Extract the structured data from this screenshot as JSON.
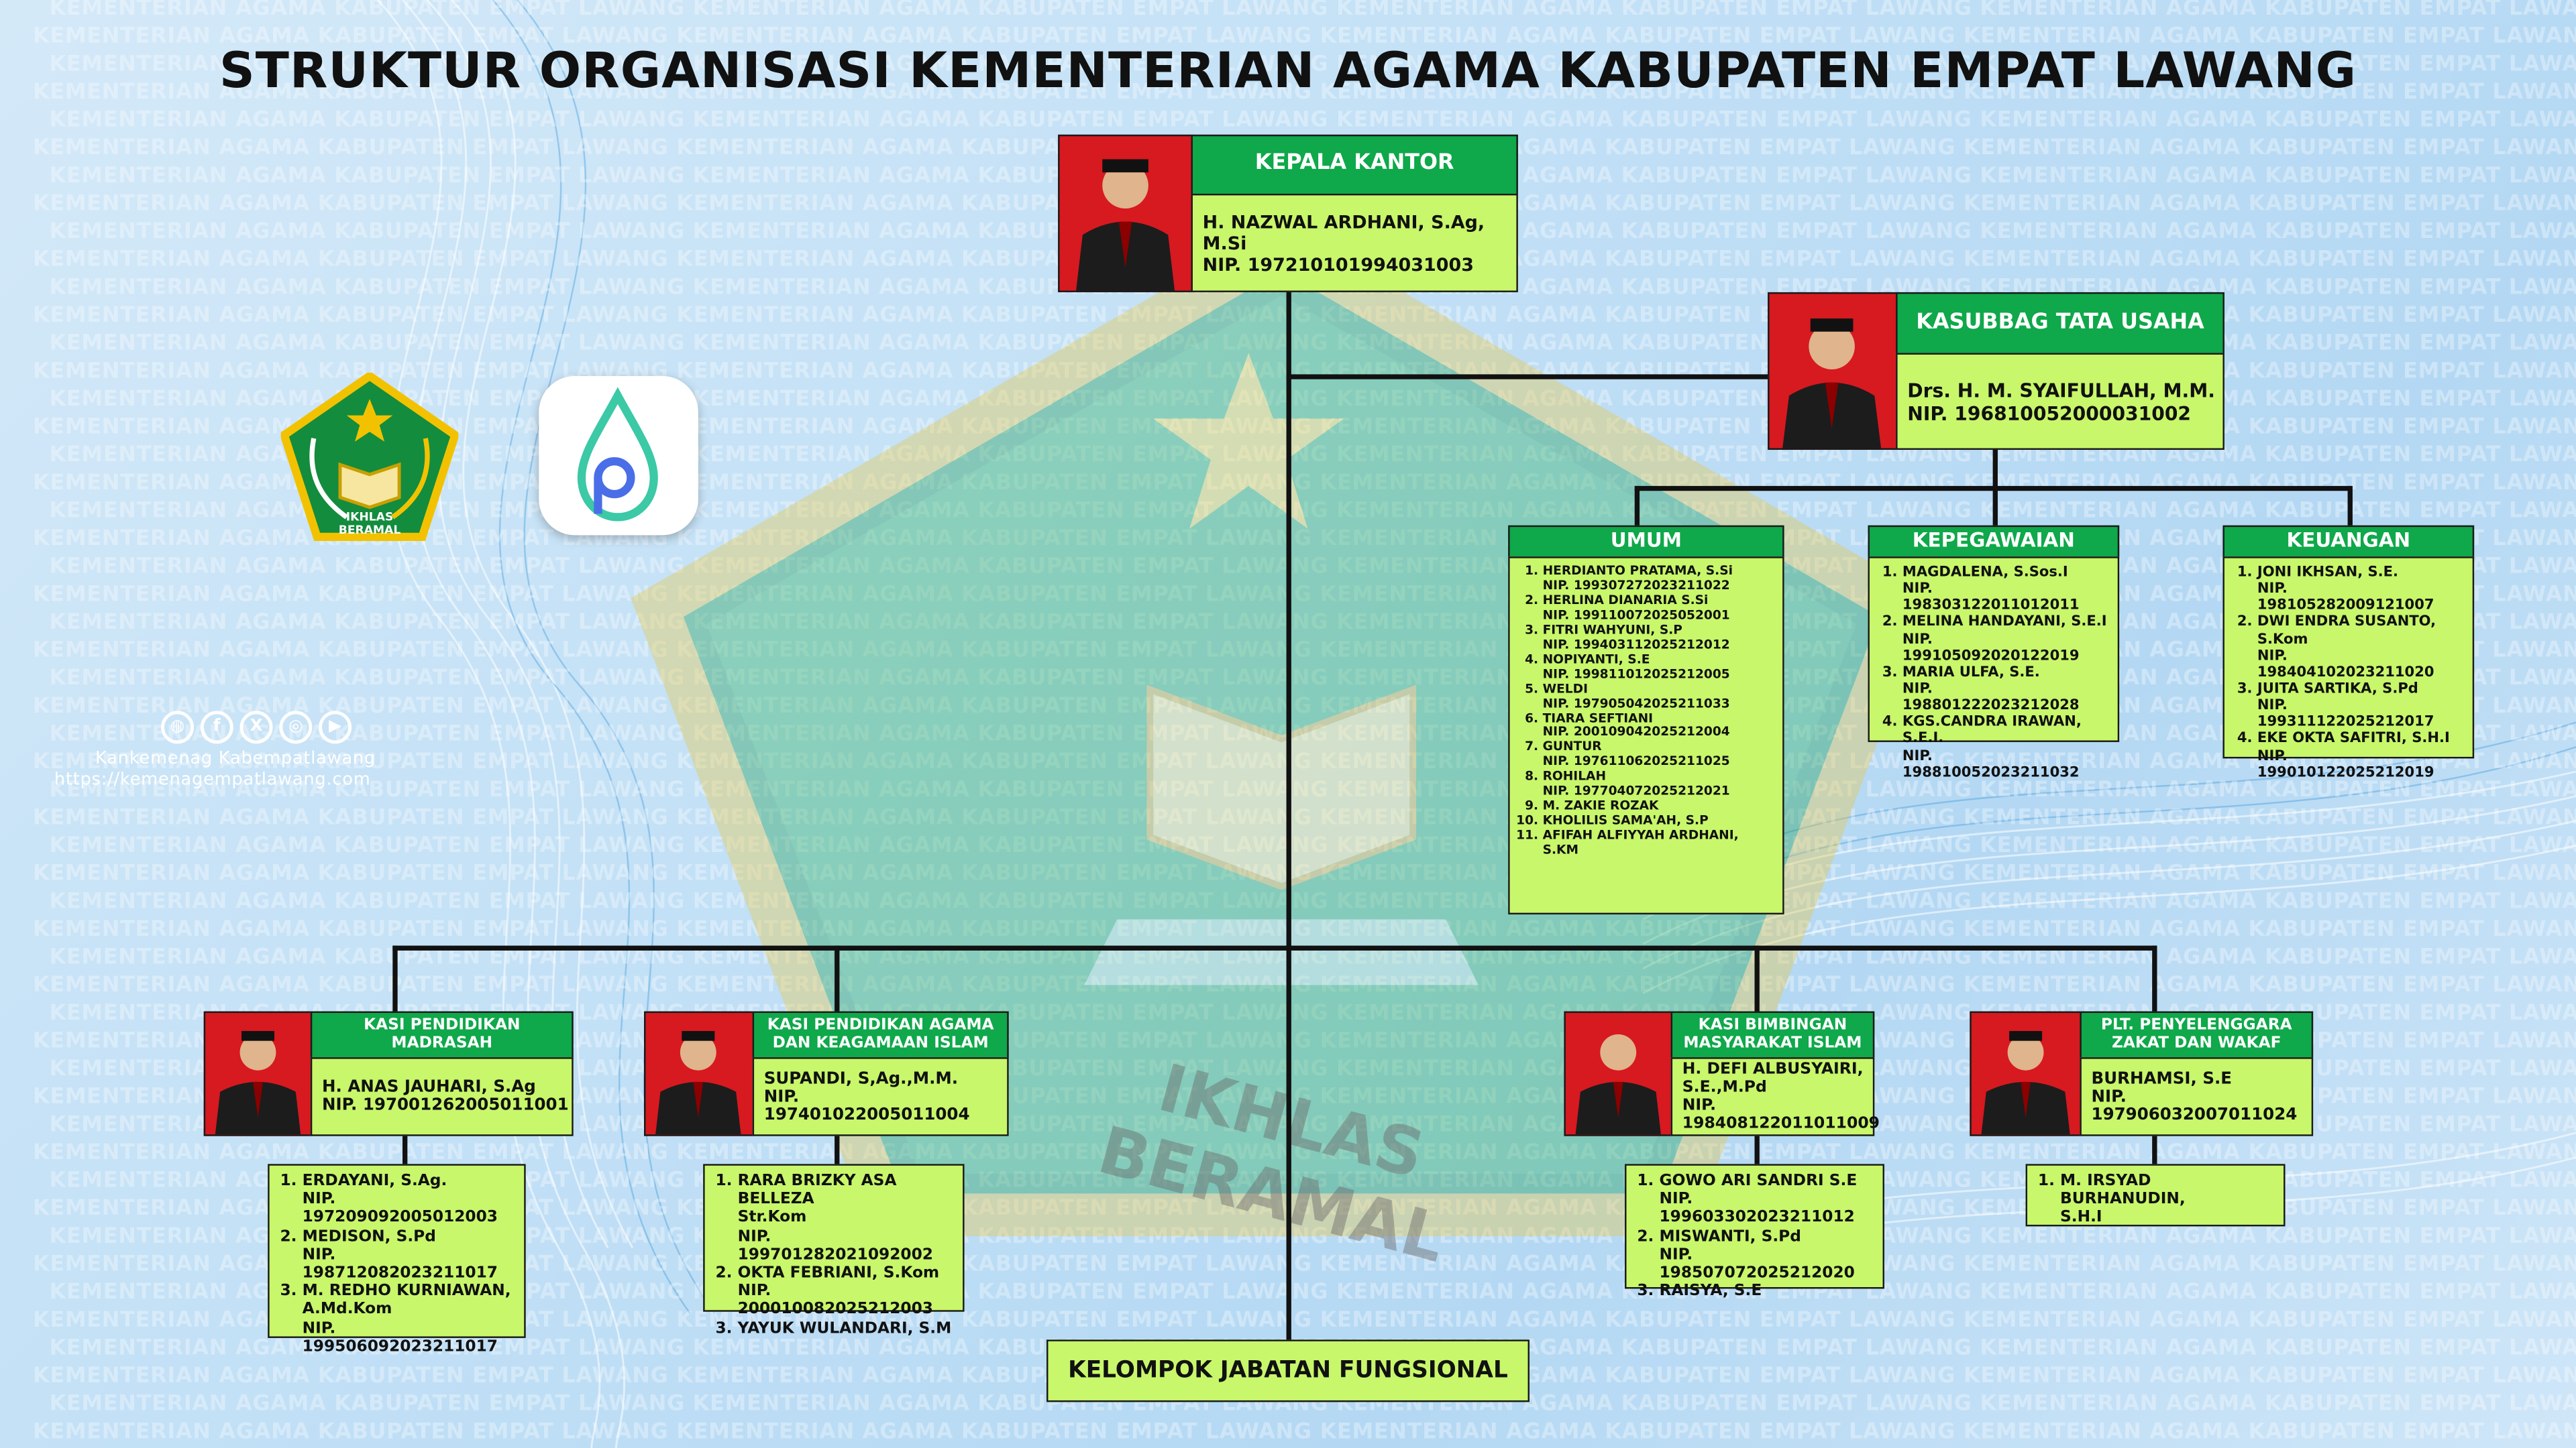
{
  "title": "STRUKTUR ORGANISASI KEMENTERIAN AGAMA KABUPATEN EMPAT LAWANG",
  "watermark_text": "KEMENTERIAN AGAMA KABUPATEN EMPAT LAWANG",
  "background_logo_text": "IKHLAS BERAMAL",
  "logo_text": "IKHLAS BERAMAL",
  "colors": {
    "header_green": "#0fa84a",
    "box_lime": "#c8f76b",
    "photo_red": "#d71920",
    "line": "#111111"
  },
  "social": {
    "icons": [
      "globe-icon",
      "facebook-icon",
      "x-icon",
      "instagram-icon",
      "youtube-icon"
    ],
    "handle": "Kankemenag Kabempatlawang",
    "url": "https://kemenagempatlawang.com"
  },
  "head": {
    "role": "KEPALA KANTOR",
    "name": "H. NAZWAL ARDHANI, S.Ag, M.Si",
    "nip": "NIP. 197210101994031003"
  },
  "tu": {
    "role": "KASUBBAG TATA USAHA",
    "name": "Drs. H. M. SYAIFULLAH, M.M.",
    "nip": "NIP. 196810052000031002"
  },
  "units": {
    "umum": {
      "title": "UMUM",
      "members": [
        "HERDIANTO PRATAMA, S.Si\nNIP. 199307272023211022",
        "HERLINA DIANARIA S.Si\nNIP. 199110072025052001",
        "FITRI WAHYUNI, S.P\nNIP. 199403112025212012",
        "NOPIYANTI, S.E\nNIP. 199811012025212005",
        "WELDI\nNIP. 197905042025211033",
        "TIARA SEFTIANI\nNIP. 200109042025212004",
        "GUNTUR\nNIP. 197611062025211025",
        "ROHILAH\nNIP. 197704072025212021",
        "M. ZAKIE ROZAK",
        "KHOLILIS SAMA'AH, S.P",
        "AFIFAH ALFIYYAH ARDHANI, S.KM"
      ]
    },
    "kepegawaian": {
      "title": "KEPEGAWAIAN",
      "members": [
        "MAGDALENA, S.Sos.I\nNIP. 198303122011012011",
        "MELINA HANDAYANI, S.E.I\nNIP. 199105092020122019",
        "MARIA ULFA, S.E.\nNIP. 198801222023212028",
        "KGS.CANDRA IRAWAN, S.E.I.\nNIP. 198810052023211032"
      ]
    },
    "keuangan": {
      "title": "KEUANGAN",
      "members": [
        "JONI IKHSAN, S.E.\nNIP. 198105282009121007",
        "DWI ENDRA SUSANTO, S.Kom\nNIP. 198404102023211020",
        "JUITA SARTIKA, S.Pd\nNIP. 199311122025212017",
        "EKE OKTA SAFITRI, S.H.I\nNIP. 199010122025212019"
      ]
    }
  },
  "sections": [
    {
      "role": "KASI PENDIDIKAN MADRASAH",
      "name": "H. ANAS JAUHARI, S.Ag",
      "nip": "NIP. 197001262005011001",
      "members": [
        "ERDAYANI, S.Ag.\nNIP. 197209092005012003",
        "MEDISON, S.Pd\nNIP. 198712082023211017",
        "M. REDHO KURNIAWAN,\nA.Md.Kom\nNIP. 199506092023211017"
      ]
    },
    {
      "role": "KASI PENDIDIKAN AGAMA DAN KEAGAMAAN ISLAM",
      "name": "SUPANDI, S,Ag.,M.M.",
      "nip": "NIP. 197401022005011004",
      "members": [
        "RARA BRIZKY ASA BELLEZA\nStr.Kom\nNIP. 199701282021092002",
        "OKTA FEBRIANI, S.Kom\nNIP. 200010082025212003",
        "YAYUK WULANDARI, S.M"
      ]
    },
    {
      "role": "KASI BIMBINGAN MASYARAKAT ISLAM",
      "name": "H. DEFI ALBUSYAIRI, S.E.,M.Pd",
      "nip": "NIP. 198408122011011009",
      "members": [
        "GOWO ARI SANDRI S.E\nNIP. 199603302023211012",
        "MISWANTI, S.Pd\nNIP. 198507072025212020",
        "RAISYA, S.E"
      ]
    },
    {
      "role": "PLT. PENYELENGGARA ZAKAT DAN WAKAF",
      "name": "BURHAMSI, S.E",
      "nip": "NIP. 197906032007011024",
      "members": [
        "M. IRSYAD BURHANUDIN,\nS.H.I"
      ]
    }
  ],
  "fungsional": "KELOMPOK JABATAN FUNGSIONAL"
}
